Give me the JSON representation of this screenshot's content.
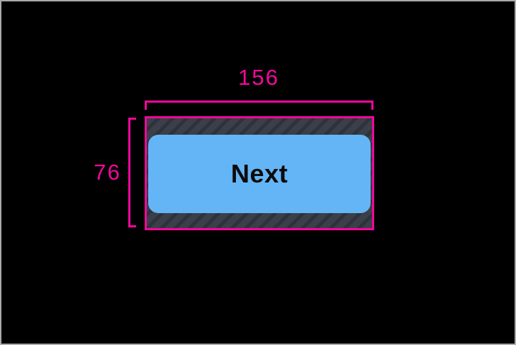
{
  "canvas": {
    "background_color": "#000000",
    "frame_color": "#aaaaaa"
  },
  "measurement_overlay": {
    "accent_color": "#f2079c",
    "width_label": "156",
    "height_label": "76"
  },
  "tap_target": {
    "hatch_base_color": "#3a3f49",
    "hatch_stripe_color": "#2e323a",
    "outline_color": "#f2079c"
  },
  "button": {
    "label": "Next",
    "fill_color": "#64b5f6",
    "text_color": "#0c0c0c"
  }
}
